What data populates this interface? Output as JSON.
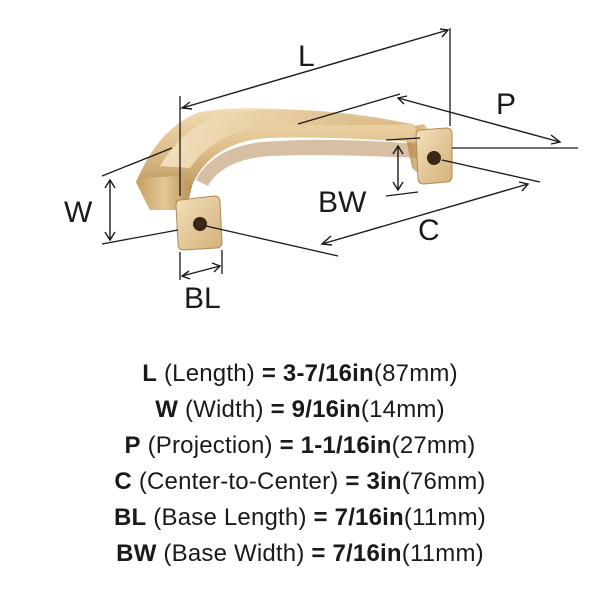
{
  "diagram": {
    "labels": {
      "L": "L",
      "P": "P",
      "W": "W",
      "BW": "BW",
      "C": "C",
      "BL": "BL"
    },
    "colors": {
      "finish_light": "#e9d2a4",
      "finish_mid": "#cfa86e",
      "finish_dark": "#9c7644",
      "hole": "#3a2716",
      "lines": "#1a1a1a"
    }
  },
  "specs": [
    {
      "abbr": "L",
      "name": "(Length)",
      "eq": "=",
      "frac": "3-7/16in",
      "metric": "(87mm)"
    },
    {
      "abbr": "W",
      "name": "(Width)",
      "eq": "=",
      "frac": "9/16in",
      "metric": "(14mm)"
    },
    {
      "abbr": "P",
      "name": "(Projection)",
      "eq": "=",
      "frac": "1-1/16in",
      "metric": "(27mm)"
    },
    {
      "abbr": "C",
      "name": "(Center-to-Center)",
      "eq": "=",
      "frac": "3in",
      "metric": "(76mm)"
    },
    {
      "abbr": "BL",
      "name": "(Base Length)",
      "eq": "=",
      "frac": "7/16in",
      "metric": "(11mm)"
    },
    {
      "abbr": "BW",
      "name": "(Base Width)",
      "eq": "=",
      "frac": "7/16in",
      "metric": "(11mm)"
    }
  ]
}
